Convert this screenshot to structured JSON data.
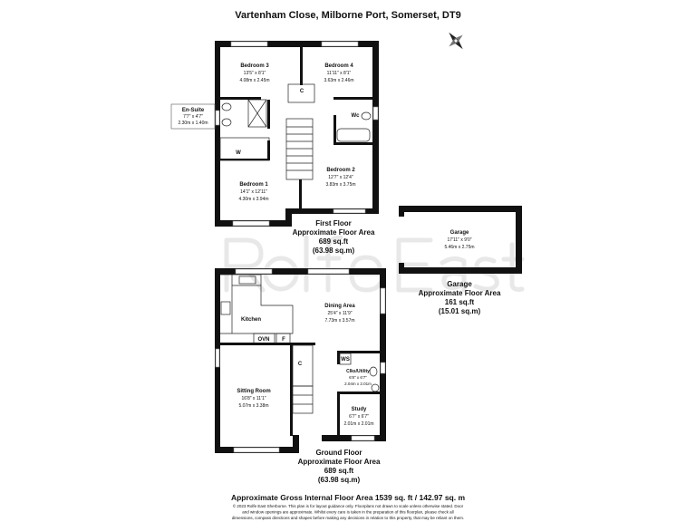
{
  "title": "Vartenham Close, Milborne Port, Somerset, DT9",
  "watermark": "Rolfe East",
  "first_floor": {
    "rooms": [
      {
        "name": "Bedroom 3",
        "imperial": "13'5\" x 8'1\"",
        "metric": "4.08m x 2.45m"
      },
      {
        "name": "Bedroom 4",
        "imperial": "11'11\" x 8'1\"",
        "metric": "3.63m x 2.46m"
      },
      {
        "name": "En-Suite",
        "imperial": "7'7\" x 4'7\"",
        "metric": "2.30m x 1.40m"
      },
      {
        "name": "Bedroom 2",
        "imperial": "12'7\" x 12'4\"",
        "metric": "3.83m x 3.75m"
      },
      {
        "name": "Bedroom 1",
        "imperial": "14'1\" x 12'11\"",
        "metric": "4.30m x 3.94m"
      }
    ],
    "labels": {
      "cupboard": "C",
      "wc": "Wc",
      "wardrobe": "W"
    },
    "floor_name": "First Floor",
    "area_label": "Approximate Floor Area",
    "sqft": "689 sq.ft",
    "sqm": "(63.98 sq.m)"
  },
  "garage": {
    "room": {
      "name": "Garage",
      "imperial": "17'11\" x 9'0\"",
      "metric": "5.46m x 2.75m"
    },
    "floor_name": "Garage",
    "area_label": "Approximate Floor Area",
    "sqft": "161 sq.ft",
    "sqm": "(15.01 sq.m)"
  },
  "ground_floor": {
    "rooms": [
      {
        "name": "Dining Area",
        "imperial": "25'4\" x 11'9\"",
        "metric": "7.73m x 3.57m"
      },
      {
        "name": "Kitchen"
      },
      {
        "name": "Sitting Room",
        "imperial": "16'8\" x 11'1\"",
        "metric": "5.07m x 3.38m"
      },
      {
        "name": "Clks/Utility",
        "imperial": "6'8\" x 6'7\"",
        "metric": "2.04m x 2.01m"
      },
      {
        "name": "Study",
        "imperial": "6'7\" x 6'7\"",
        "metric": "2.01m x 2.01m"
      }
    ],
    "labels": {
      "oven": "OVN",
      "fridge": "F",
      "cupboard": "C",
      "ws": "WS"
    },
    "floor_name": "Ground Floor",
    "area_label": "Approximate Floor Area",
    "sqft": "689 sq.ft",
    "sqm": "(63.98 sq.m)"
  },
  "footer": {
    "gross": "Approximate Gross Internal Floor Area 1539 sq. ft / 142.97 sq. m",
    "disclaimer_1": "© 2023 Rolfe East Sherborne. This plan is for layout guidance only. Floorplans not drawn to scale unless otherwise stated. Door",
    "disclaimer_2": "and window openings are approximate. Whilst every care is taken in the preparation of this floorplan, please check all",
    "disclaimer_3": "dimensions, compass directions and shapes before making any decisions in relation to this property, that may be reliant on them."
  }
}
